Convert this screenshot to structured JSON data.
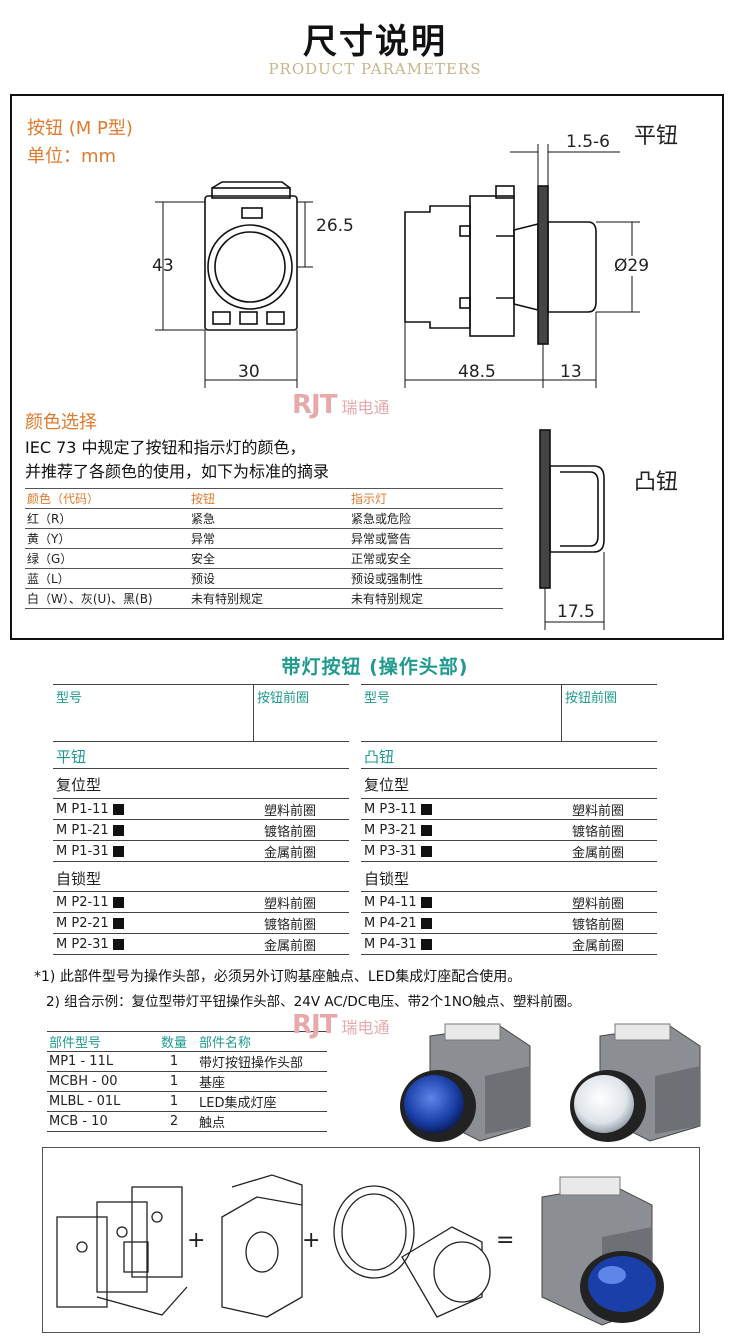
{
  "header": {
    "title": "尺寸说明",
    "subtitle": "PRODUCT  PARAMETERS"
  },
  "dims": {
    "model": "按钮 (M P型)",
    "unit": "单位：mm",
    "flat_label": "平钮",
    "raised_label": "凸钮",
    "front_height": "43",
    "front_offset": "26.5",
    "front_width": "30",
    "range": "1.5-6",
    "diameter": "Ø29",
    "body_depth": "48.5",
    "flat_depth": "13",
    "raised_depth": "17.5"
  },
  "color_section": {
    "title": "颜色选择",
    "desc1": "IEC 73 中规定了按钮和指示灯的颜色，",
    "desc2": "并推荐了各颜色的使用，如下为标准的摘录",
    "headers": [
      "颜色（代码）",
      "按钮",
      "指示灯"
    ],
    "rows": [
      [
        "红（R）",
        "紧急",
        "紧急或危险"
      ],
      [
        "黄（Y）",
        "异常",
        "异常或警告"
      ],
      [
        "绿（G）",
        "安全",
        "正常或安全"
      ],
      [
        "蓝（L）",
        "预设",
        "预设或强制性"
      ],
      [
        "白（W）、灰(U)、黑(B)",
        "未有特别规定",
        "未有特别规定"
      ]
    ]
  },
  "lit": {
    "title": "带灯按钮 (操作头部)",
    "col_model": "型号",
    "col_bezel": "按钮前圈",
    "left": {
      "type": "平钮",
      "reset": "复位型",
      "reset_rows": [
        [
          "M P1-11",
          "塑料前圈"
        ],
        [
          "M P1-21",
          "镀铬前圈"
        ],
        [
          "M P1-31",
          "金属前圈"
        ]
      ],
      "latch": "自锁型",
      "latch_rows": [
        [
          "M P2-11",
          "塑料前圈"
        ],
        [
          "M P2-21",
          "镀铬前圈"
        ],
        [
          "M P2-31",
          "金属前圈"
        ]
      ]
    },
    "right": {
      "type": "凸钮",
      "reset": "复位型",
      "reset_rows": [
        [
          "M P3-11",
          "塑料前圈"
        ],
        [
          "M P3-21",
          "镀铬前圈"
        ],
        [
          "M P3-31",
          "金属前圈"
        ]
      ],
      "latch": "自锁型",
      "latch_rows": [
        [
          "M P4-11",
          "塑料前圈"
        ],
        [
          "M P4-21",
          "镀铬前圈"
        ],
        [
          "M P4-31",
          "金属前圈"
        ]
      ]
    }
  },
  "notes": {
    "n1": "*1) 此部件型号为操作头部，必须另外订购基座触点、LED集成灯座配合使用。",
    "n2": "2) 组合示例：复位型带灯平钮操作头部、24V AC/DC电压、带2个1NO触点、塑料前圈。"
  },
  "parts": {
    "headers": [
      "部件型号",
      "数量",
      "部件名称"
    ],
    "rows": [
      [
        "MP1 - 11L",
        "1",
        "带灯按钮操作头部"
      ],
      [
        "MCBH - 00",
        "1",
        "基座"
      ],
      [
        "MLBL - 01L",
        "1",
        "LED集成灯座"
      ],
      [
        "MCB - 10",
        "2",
        "触点"
      ]
    ]
  },
  "assembly": {
    "plus1": "+",
    "plus2": "+",
    "equals": "="
  },
  "watermark": {
    "brand": "RJT",
    "cn": "瑞电通"
  },
  "colors": {
    "accent_orange": "#e07a2c",
    "accent_teal": "#1f9a8e",
    "button_blue": "#1a3fa8"
  }
}
